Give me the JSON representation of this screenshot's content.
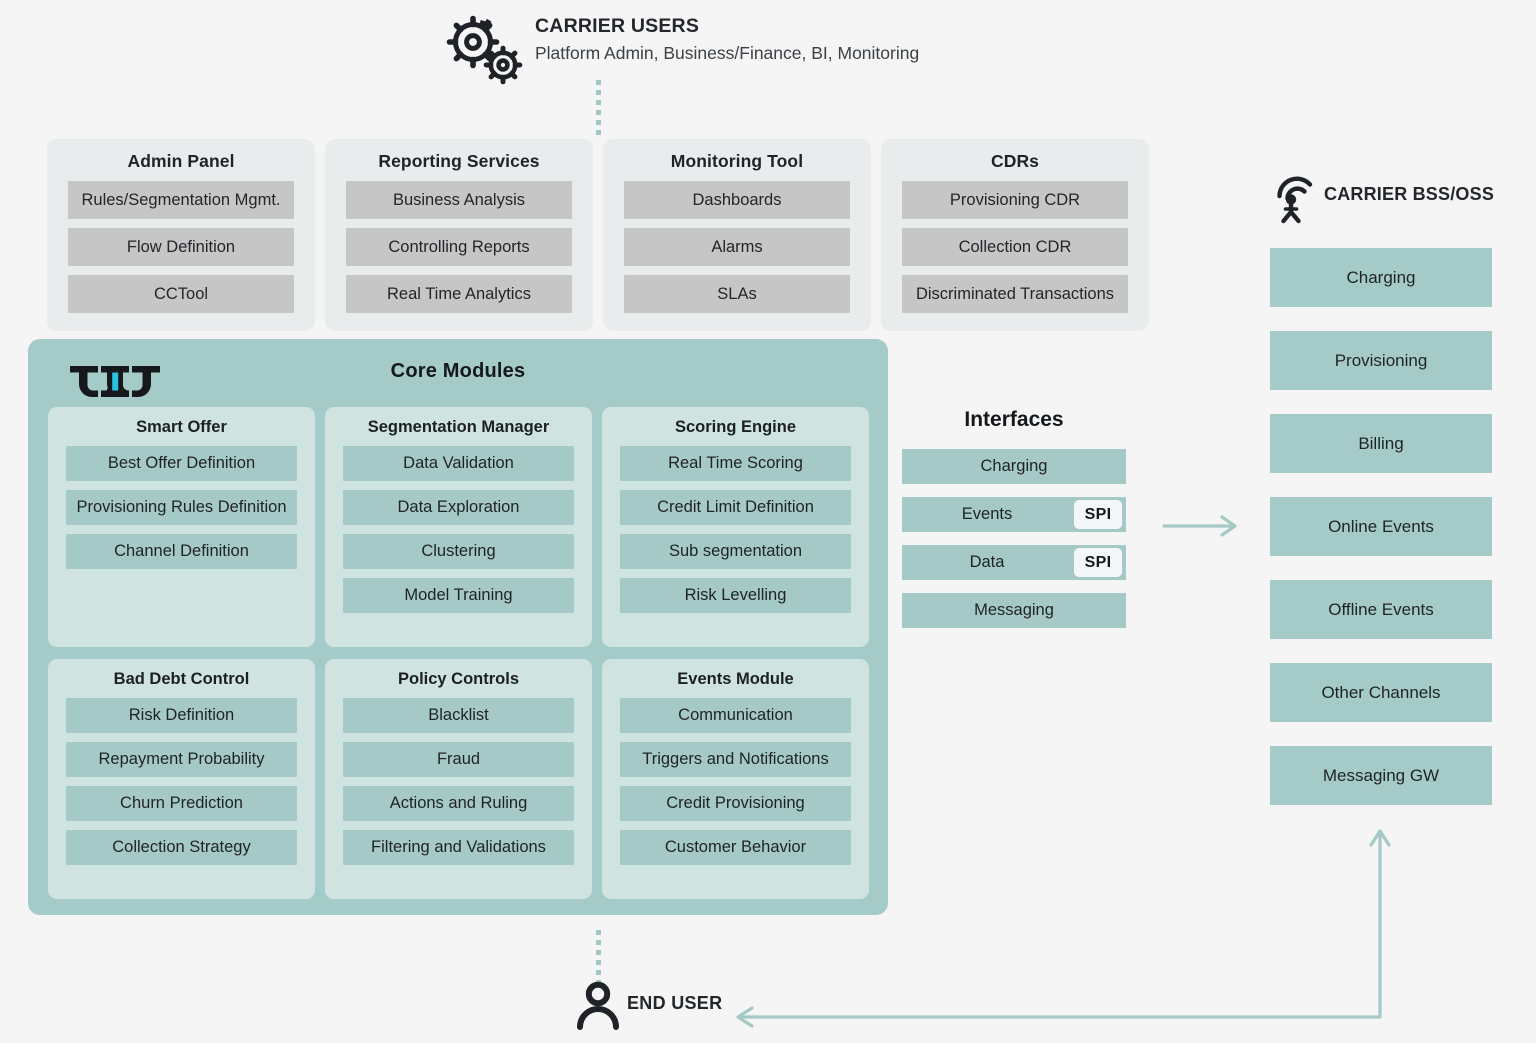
{
  "top_actor": {
    "icon": "gears-icon",
    "title": "CARRIER USERS",
    "subtitle": "Platform Admin, Business/Finance, BI, Monitoring"
  },
  "top_panels": [
    {
      "title": "Admin Panel",
      "items": [
        "Rules/Segmentation Mgmt.",
        "Flow Definition",
        "CCTool"
      ]
    },
    {
      "title": "Reporting Services",
      "items": [
        "Business Analysis",
        "Controlling Reports",
        "Real Time Analytics"
      ]
    },
    {
      "title": "Monitoring Tool",
      "items": [
        "Dashboards",
        "Alarms",
        "SLAs"
      ]
    },
    {
      "title": "CDRs",
      "items": [
        "Provisioning CDR",
        "Collection CDR",
        "Discriminated Transactions"
      ]
    }
  ],
  "core": {
    "title": "Core Modules",
    "logo": "TUT",
    "modules": [
      {
        "title": "Smart Offer",
        "items": [
          "Best Offer Definition",
          "Provisioning Rules Definition",
          "Channel Definition"
        ]
      },
      {
        "title": "Segmentation Manager",
        "items": [
          "Data Validation",
          "Data Exploration",
          "Clustering",
          "Model Training"
        ]
      },
      {
        "title": "Scoring Engine",
        "items": [
          "Real Time Scoring",
          "Credit Limit Definition",
          "Sub segmentation",
          "Risk Levelling"
        ]
      },
      {
        "title": "Bad Debt Control",
        "items": [
          "Risk Definition",
          "Repayment Probability",
          "Churn Prediction",
          "Collection Strategy"
        ]
      },
      {
        "title": "Policy Controls",
        "items": [
          "Blacklist",
          "Fraud",
          "Actions and Ruling",
          "Filtering and Validations"
        ]
      },
      {
        "title": "Events Module",
        "items": [
          "Communication",
          "Triggers and Notifications",
          "Credit Provisioning",
          "Customer Behavior"
        ]
      }
    ]
  },
  "interfaces": {
    "title": "Interfaces",
    "items": [
      {
        "label": "Charging",
        "badge": null
      },
      {
        "label": "Events",
        "badge": "SPI"
      },
      {
        "label": "Data",
        "badge": "SPI"
      },
      {
        "label": "Messaging",
        "badge": null
      }
    ]
  },
  "carrier_bss": {
    "icon": "antenna-icon",
    "title": "CARRIER BSS/OSS",
    "items": [
      "Charging",
      "Provisioning",
      "Billing",
      "Online Events",
      "Offline Events",
      "Other Channels",
      "Messaging GW"
    ]
  },
  "end_user": {
    "icon": "person-icon",
    "label": "END USER"
  },
  "colors": {
    "background": "#f5f5f6",
    "gray_panel": "#e8ecec",
    "gray_bar": "#c6c6c6",
    "teal_deep": "#a5cbc9",
    "teal_card": "#cfe3e1",
    "teal_bar": "#a5c9c7",
    "accent_cyan": "#29c2e0",
    "connector": "#a5c9c7",
    "text": "#1f2328"
  }
}
